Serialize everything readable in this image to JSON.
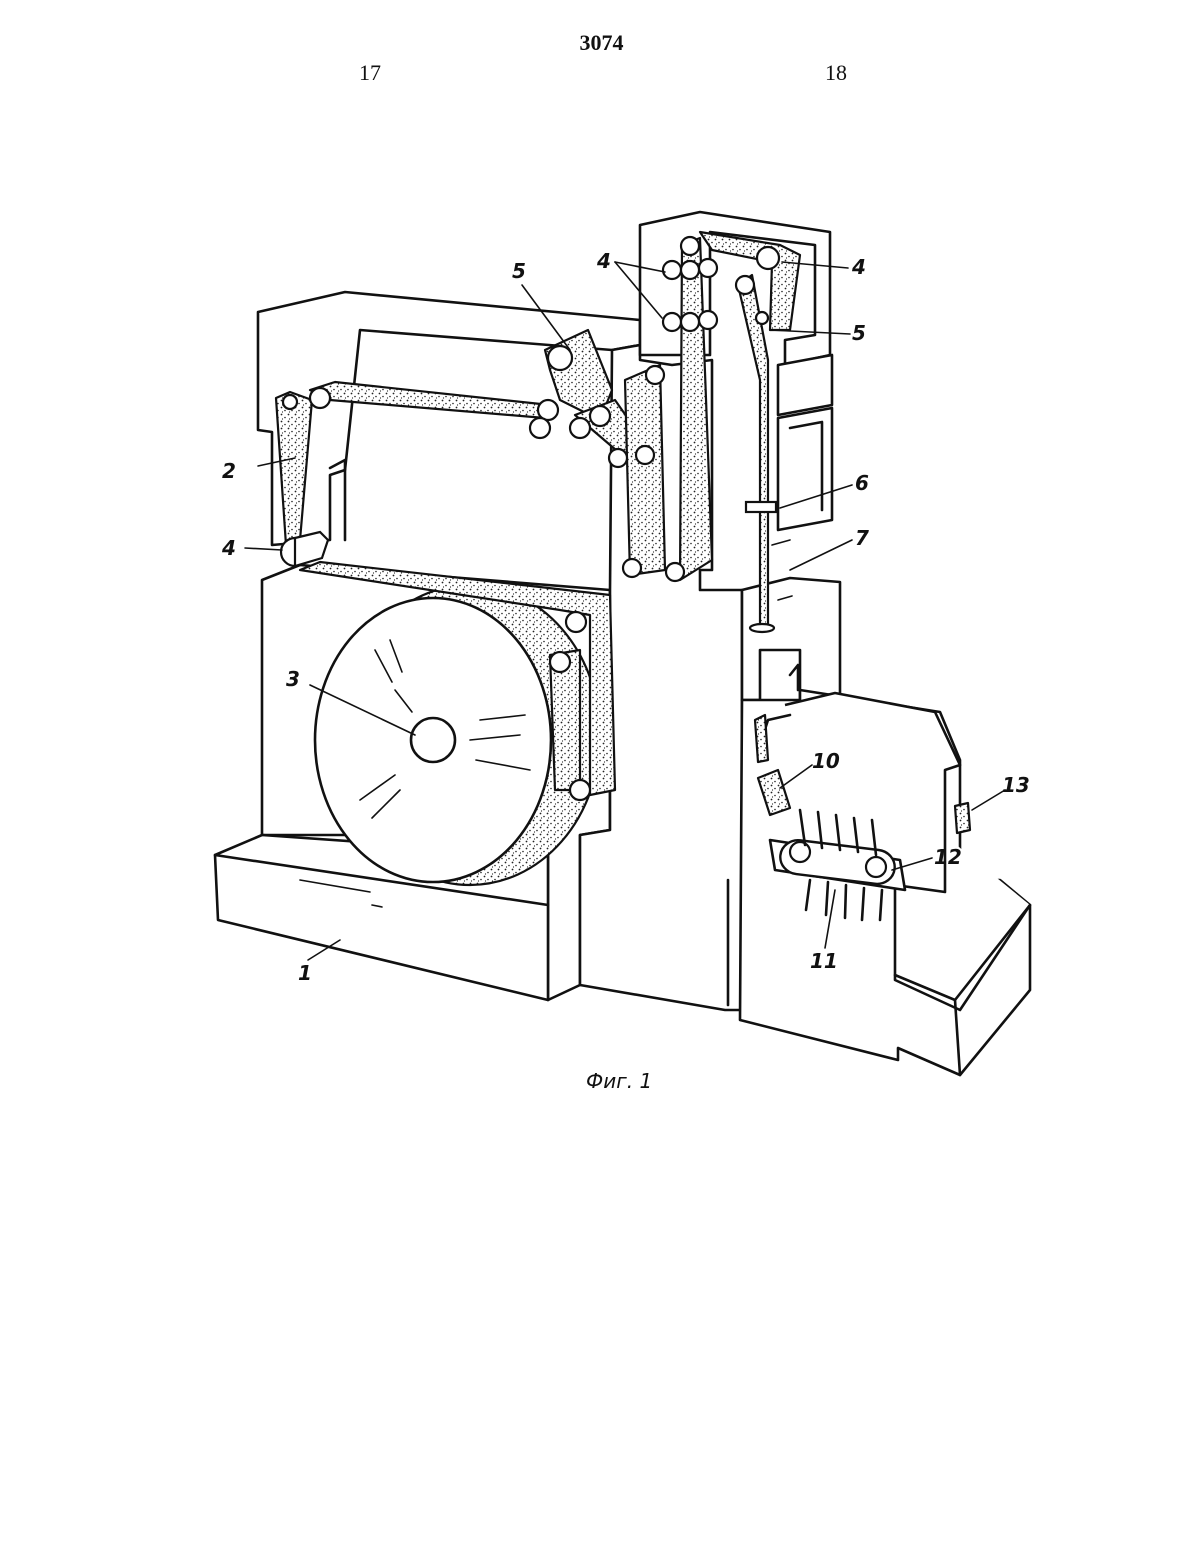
{
  "header": {
    "doc_number": "3074",
    "col_left": "17",
    "col_right": "18"
  },
  "figure": {
    "caption": "Фиг. 1",
    "labels": {
      "l1": "1",
      "l2": "2",
      "l3": "3",
      "l4a": "4",
      "l4b": "4",
      "l4c": "4",
      "l5a": "5",
      "l5b": "5",
      "l6": "6",
      "l7": "7",
      "l10": "10",
      "l11": "11",
      "l12": "12",
      "l13": "13"
    }
  }
}
